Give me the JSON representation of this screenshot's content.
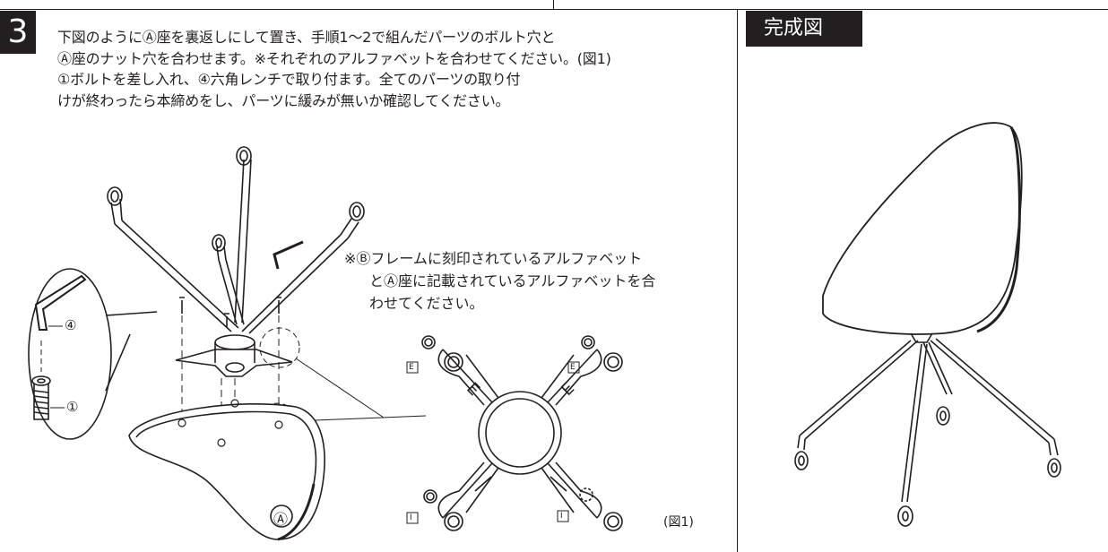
{
  "step": {
    "number": "3",
    "instruction_lines": [
      "下図のようにⒶ座を裏返しにして置き、手順1〜2で組んだパーツのボルト穴と",
      "Ⓐ座のナット穴を合わせます。※それぞれのアルファベットを合わせてください。(図1)",
      "①ボルトを差し入れ、④六角レンチで取り付ます。全てのパーツの取り付",
      "けが終わったら本締めをし、パーツに緩みが無いか確認してください。"
    ]
  },
  "completed": {
    "title": "完成図"
  },
  "note": {
    "lines": [
      "※Ⓑフレームに刻印されているアルファベット",
      "とⒶ座に記載されているアルファベットを合",
      "わせてください。"
    ]
  },
  "callouts": {
    "wrench": "④",
    "bolt": "①",
    "seat": "Ⓐ",
    "figure": "(図1)",
    "letter_e": "E",
    "letter_i": "I"
  }
}
